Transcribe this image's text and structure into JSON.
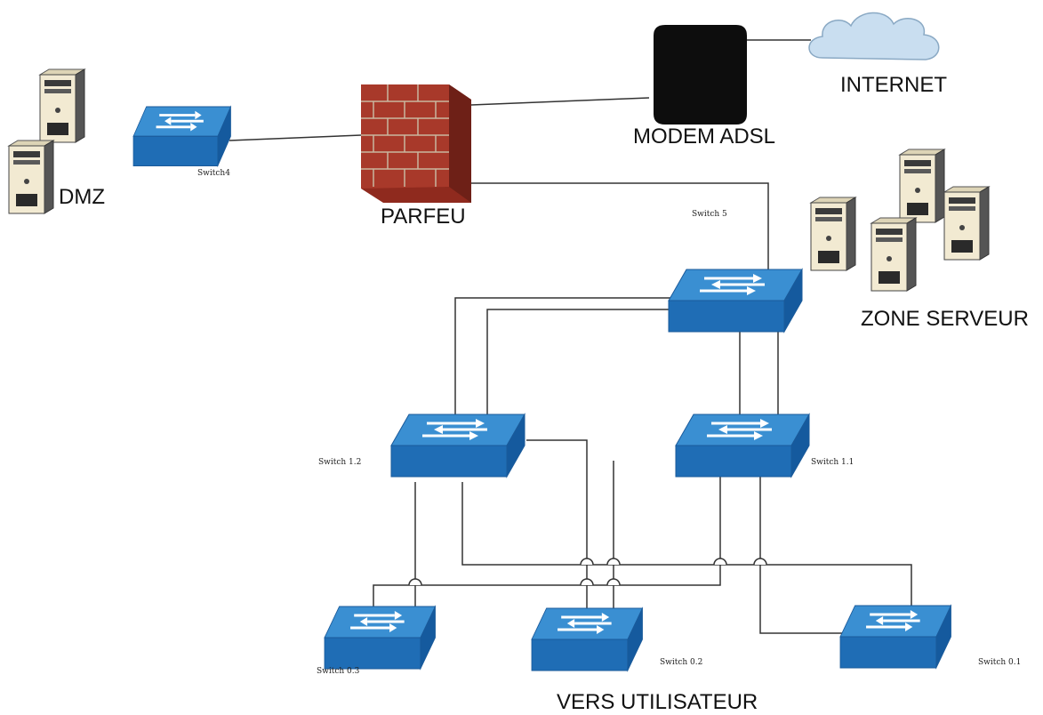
{
  "labels": {
    "internet": "INTERNET",
    "modem": "MODEM ADSL",
    "firewall": "PARFEU",
    "dmz": "DMZ",
    "server_zone": "ZONE SERVEUR",
    "users": "VERS UTILISATEUR"
  },
  "switches": {
    "sw4": "Switch4",
    "sw5": "Switch 5",
    "sw12": "Switch 1.2",
    "sw11": "Switch 1.1",
    "sw03": "Switch 0.3",
    "sw02": "Switch 0.2",
    "sw01": "Switch 0.1"
  },
  "colors": {
    "switch_top": "#2f84c9",
    "switch_side": "#1560a8",
    "switch_front": "#1e6fb8",
    "brick": "#9c2f22",
    "modem": "#0d0d0d",
    "cloud": "#c9def0",
    "server_body": "#f2ead2",
    "wire": "#333333"
  },
  "icons": [
    "switch-icon",
    "firewall-icon",
    "modem-icon",
    "cloud-icon",
    "server-icon"
  ]
}
